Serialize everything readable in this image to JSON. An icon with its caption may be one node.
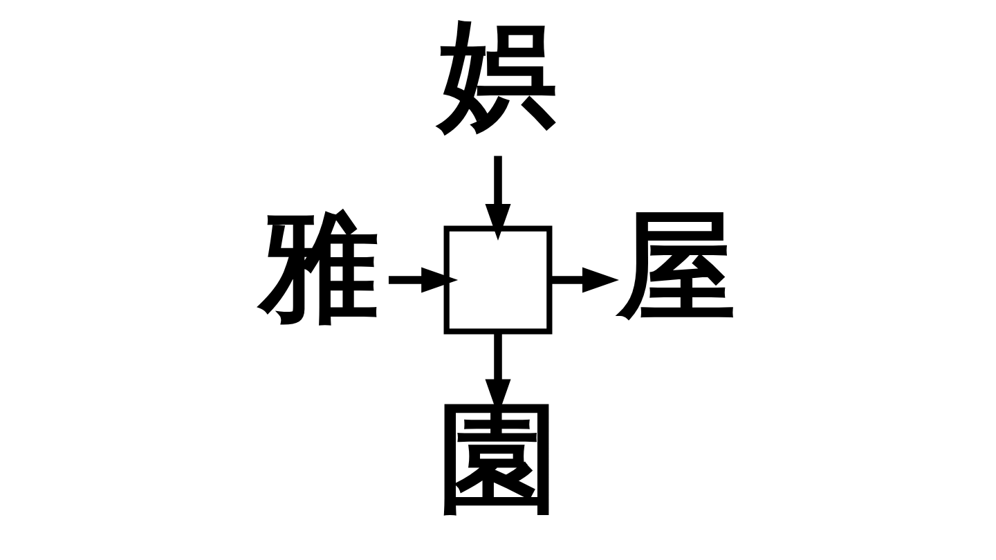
{
  "diagram": {
    "nodes": [
      {
        "text": [
          "娯"
        ]
      },
      {
        "text": [
          "雅"
        ]
      },
      {
        "text": [],
        "shape": "box"
      },
      {
        "text": [
          "屋"
        ]
      },
      {
        "text": [
          "園"
        ]
      }
    ],
    "edges": [
      {
        "from": 0,
        "to": 2,
        "arrow": "to"
      },
      {
        "from": 1,
        "to": 2,
        "arrow": "to"
      },
      {
        "from": 2,
        "to": 3,
        "arrow": "to"
      },
      {
        "from": 2,
        "to": 4,
        "arrow": "to"
      }
    ]
  }
}
